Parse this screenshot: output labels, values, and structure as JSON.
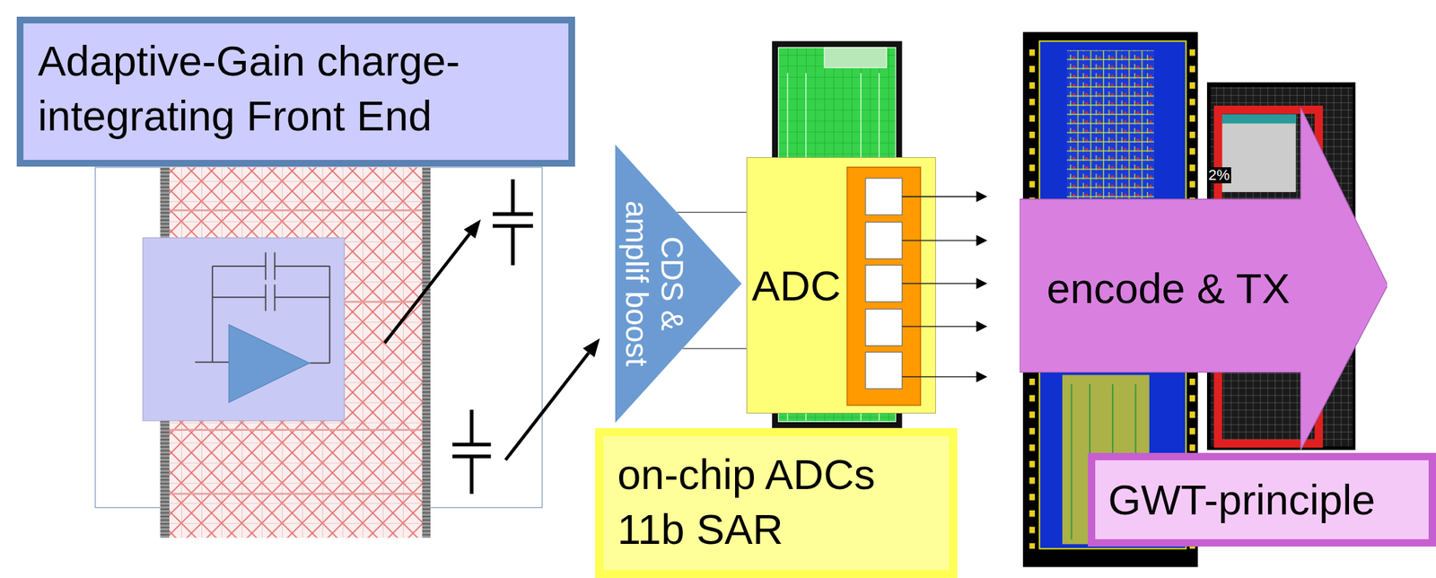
{
  "diagram": {
    "nodes": [
      {
        "text": [
          "Adaptive-Gain charge-integrating Front End"
        ]
      },
      {
        "text": [
          "CDS & amplif boost"
        ]
      },
      {
        "text": [
          "ADC"
        ]
      },
      {
        "text": [
          "on-chip ADCs 11b SAR"
        ]
      },
      {
        "text": [
          "encode & TX"
        ]
      },
      {
        "text": [
          "GWT-principle"
        ]
      }
    ],
    "edges": [
      {
        "from": 1,
        "to": 2,
        "arrow": "none"
      }
    ],
    "labels": [
      "2%"
    ]
  }
}
